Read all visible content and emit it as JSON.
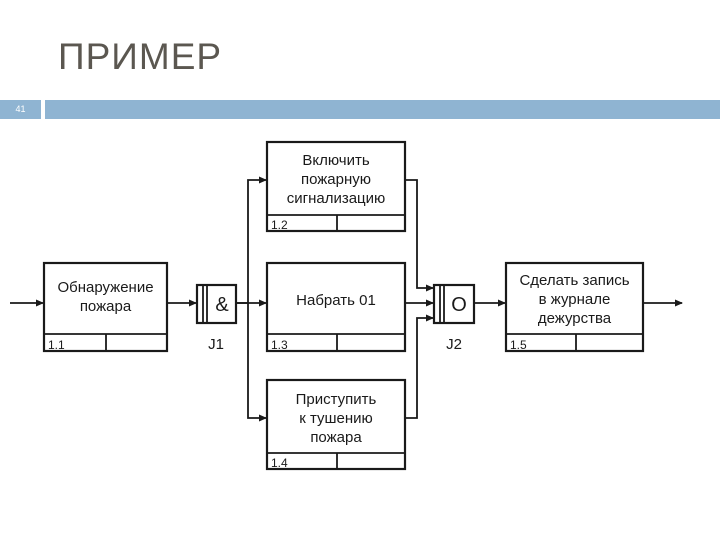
{
  "slide": {
    "title": "ПРИМЕР",
    "number": "41"
  },
  "diagram": {
    "boxes": [
      {
        "id": "1.1",
        "lines": [
          "Обнаружение",
          "пожара"
        ]
      },
      {
        "id": "1.2",
        "lines": [
          "Включить",
          "пожарную",
          "сигнализацию"
        ]
      },
      {
        "id": "1.3",
        "lines": [
          "Набрать 01"
        ]
      },
      {
        "id": "1.4",
        "lines": [
          "Приступить",
          "к тушению",
          "пожара"
        ]
      },
      {
        "id": "1.5",
        "lines": [
          "Сделать запись",
          "в журнале",
          "дежурства"
        ]
      }
    ],
    "junctions": [
      {
        "id": "J1",
        "symbol": "&"
      },
      {
        "id": "J2",
        "symbol": "O"
      }
    ]
  }
}
